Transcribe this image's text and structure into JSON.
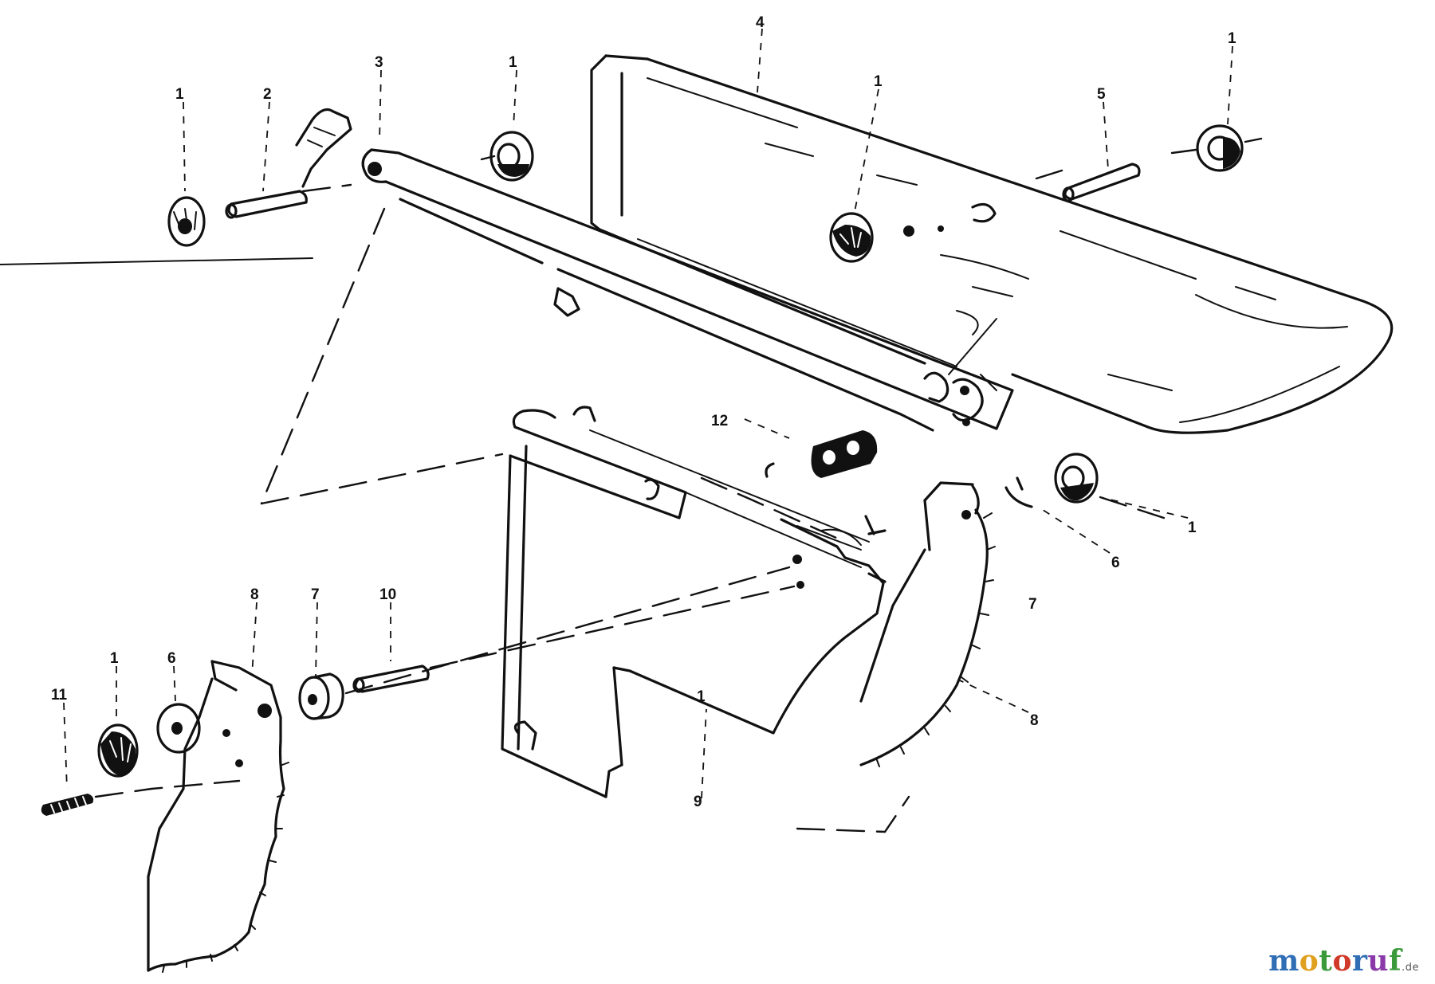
{
  "callouts": [
    {
      "id": "c1a",
      "text": "1"
    },
    {
      "id": "c2",
      "text": "2"
    },
    {
      "id": "c3",
      "text": "3"
    },
    {
      "id": "c1b",
      "text": "1"
    },
    {
      "id": "c4",
      "text": "4"
    },
    {
      "id": "c1c",
      "text": "1"
    },
    {
      "id": "c5",
      "text": "5"
    },
    {
      "id": "c1d",
      "text": "1"
    },
    {
      "id": "c12",
      "text": "12"
    },
    {
      "id": "c1e",
      "text": "1"
    },
    {
      "id": "c6a",
      "text": "6"
    },
    {
      "id": "c7a",
      "text": "7"
    },
    {
      "id": "c8a",
      "text": "8"
    },
    {
      "id": "c8b",
      "text": "8"
    },
    {
      "id": "c7b",
      "text": "7"
    },
    {
      "id": "c10",
      "text": "10"
    },
    {
      "id": "c1f",
      "text": "1"
    },
    {
      "id": "c6b",
      "text": "6"
    },
    {
      "id": "c11",
      "text": "11"
    },
    {
      "id": "c9",
      "text": "9"
    },
    {
      "id": "c1g",
      "text": "1"
    }
  ],
  "watermark": {
    "letters": [
      "m",
      "o",
      "t",
      "o",
      "r",
      "u",
      "f"
    ],
    "colors": [
      "#2f6db5",
      "#e0a020",
      "#3a9a3a",
      "#d03a2a",
      "#2f6db5",
      "#8a3aa8",
      "#3a9a3a"
    ],
    "suffix": ".de"
  }
}
